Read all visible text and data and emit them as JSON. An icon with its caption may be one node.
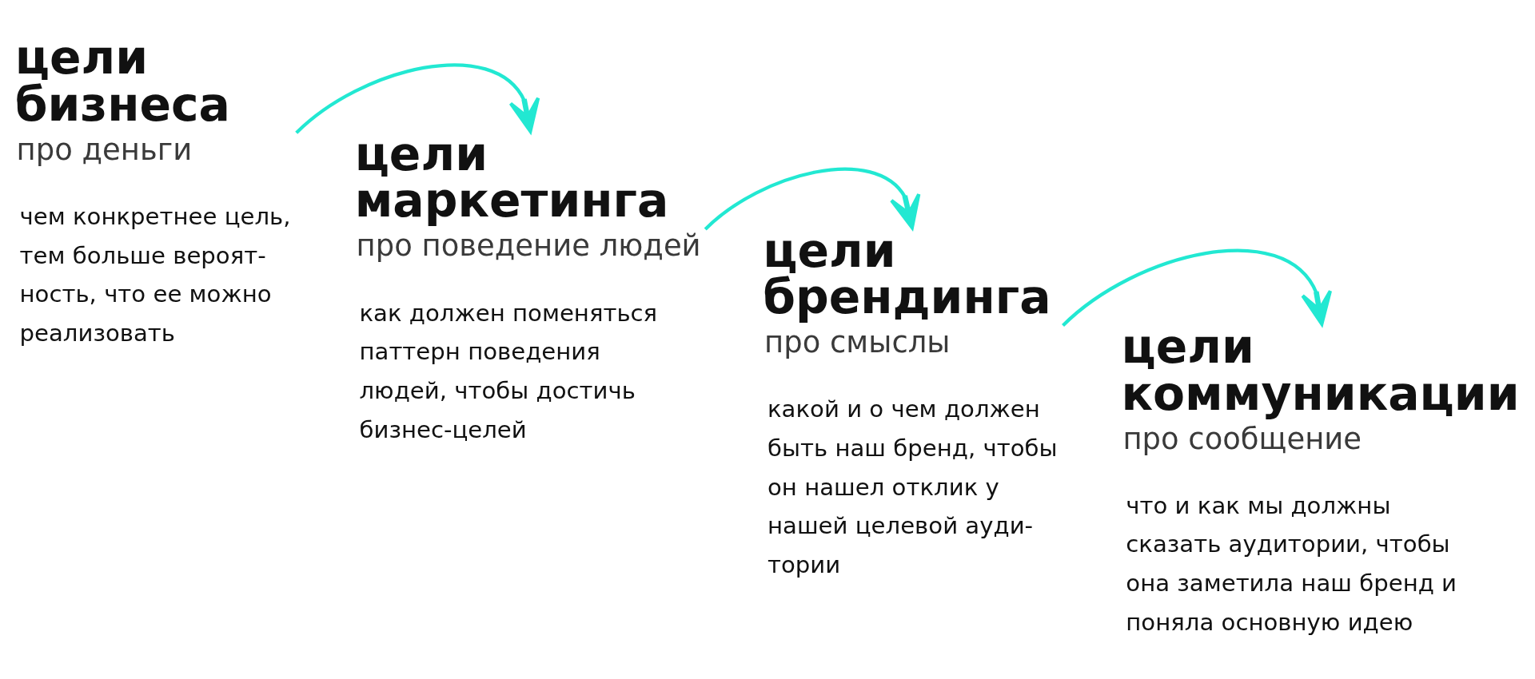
{
  "diagram": {
    "nodes": [
      {
        "text": [
          "цели бизнеса",
          "про деньги",
          "чем конкретнее цель, тем больше вероят- ность, что ее можно реализовать"
        ]
      },
      {
        "text": [
          "цели маркетинга",
          "про поведение людей",
          "как должен поменяться паттерн поведения людей, чтобы достичь бизнес-целей"
        ]
      },
      {
        "text": [
          "цели брендинга",
          "про смыслы",
          "какой и о чем должен быть наш бренд, чтобы он нашел отклик у нашей целевой ауди- тории"
        ]
      },
      {
        "text": [
          "цели коммуникации",
          "про сообщение",
          "что и как мы должны сказать аудитории, чтобы она заметила наш бренд и поняла основную идею"
        ]
      }
    ],
    "edges": [
      {
        "from": 0,
        "to": 1,
        "arrow": "to"
      },
      {
        "from": 1,
        "to": 2,
        "arrow": "to"
      },
      {
        "from": 2,
        "to": 3,
        "arrow": "to"
      }
    ]
  }
}
